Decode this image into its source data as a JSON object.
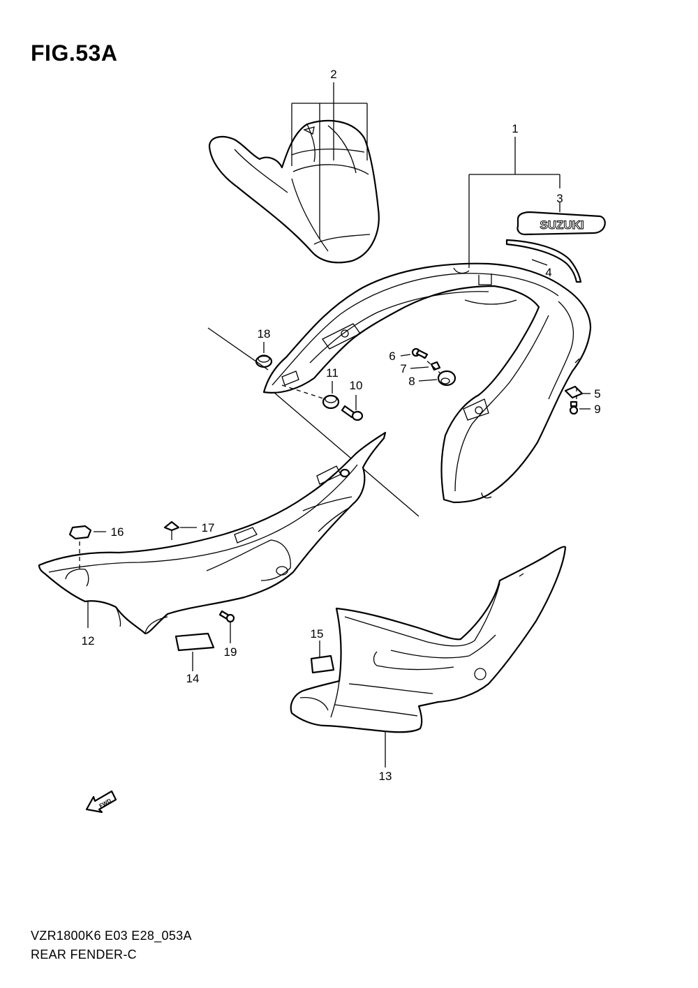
{
  "figure": {
    "title": "FIG.53A",
    "model_code": "VZR1800K6 E03 E28_053A",
    "section_name": "REAR FENDER-C"
  },
  "callouts": [
    "1",
    "2",
    "3",
    "4",
    "5",
    "6",
    "7",
    "8",
    "9",
    "10",
    "11",
    "12",
    "13",
    "14",
    "15",
    "16",
    "17",
    "18",
    "19"
  ],
  "decal": {
    "text": "SUZUKI"
  },
  "direction_arrow": {
    "text": "FWD",
    "icon": "fwd-arrow-icon"
  }
}
